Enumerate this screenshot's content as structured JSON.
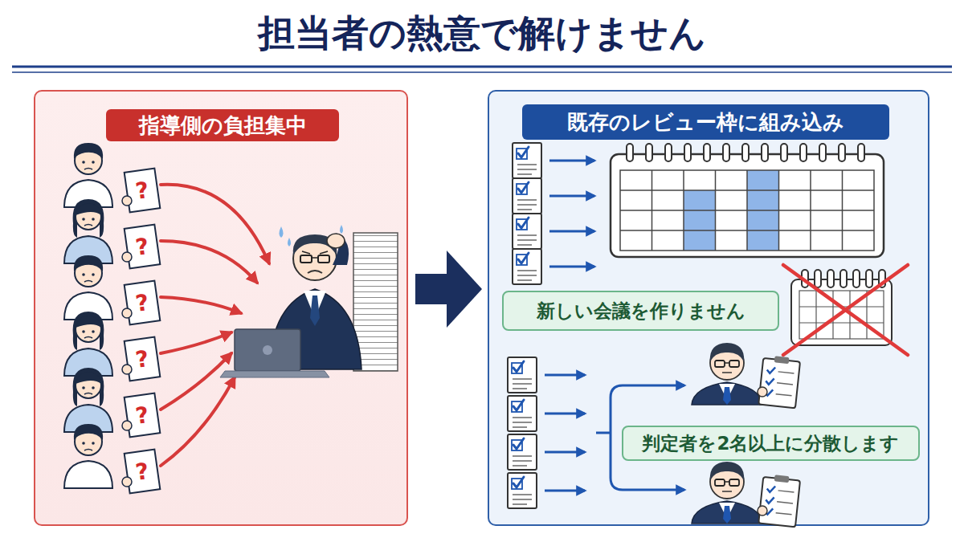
{
  "diagram": {
    "title": "担当者の熱意で解けません",
    "nodes": [
      {
        "text": [
          "指導側の負担集中"
        ]
      },
      {
        "text": [
          "既存のレビュー枠に組み込み"
        ]
      },
      {
        "text": [
          "新しい会議を作りません"
        ],
        "in": 1
      },
      {
        "text": [
          "判定者を2名以上に分散します"
        ],
        "in": 1
      }
    ],
    "edges": [
      {
        "from": 0,
        "to": 1,
        "arrow": "to"
      }
    ],
    "labels": [
      "?",
      "?",
      "?",
      "?",
      "?",
      "?"
    ]
  }
}
